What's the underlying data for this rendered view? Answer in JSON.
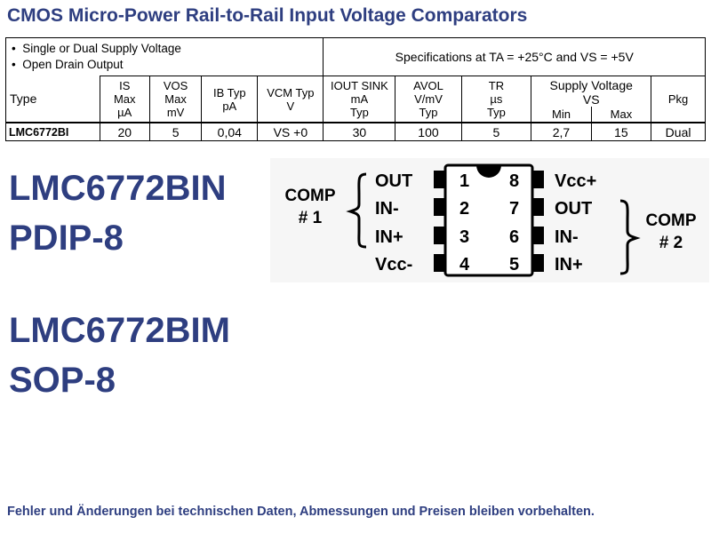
{
  "title": "CMOS Micro-Power Rail-to-Rail Input Voltage Comparators",
  "features": [
    "Single or Dual Supply Voltage",
    "Open Drain Output"
  ],
  "spec_note": "Specifications at TA = +25°C and VS = +5V",
  "table": {
    "type_header": "Type",
    "headers": {
      "is": {
        "symbol": "IS",
        "l2": "Max",
        "l3": "µA"
      },
      "vos": {
        "symbol": "VOS",
        "l2": "Max",
        "l3": "mV"
      },
      "ib": {
        "symbol": "IB Typ",
        "l3": "pA"
      },
      "vcm": {
        "symbol": "VCM Typ",
        "l3": "V"
      },
      "iout": {
        "symbol": "IOUT SINK",
        "l2": "mA",
        "l3": "Typ"
      },
      "avol": {
        "symbol": "AVOL",
        "l2": "V/mV",
        "l3": "Typ"
      },
      "tr": {
        "symbol": "TR",
        "l2": "µs",
        "l3": "Typ"
      },
      "supply": {
        "title": "Supply Voltage",
        "symbol": "VS",
        "min": "Min",
        "max": "Max"
      },
      "pkg": "Pkg"
    },
    "row": {
      "type": "LMC6772BI",
      "is": "20",
      "vos": "5",
      "ib": "0,04",
      "vcm": "VS +0",
      "iout": "30",
      "avol": "100",
      "tr": "5",
      "vs_min": "2,7",
      "vs_max": "15",
      "pkg": "Dual"
    }
  },
  "packages": [
    {
      "part": "LMC6772BIN",
      "package": "PDIP-8"
    },
    {
      "part": "LMC6772BIM",
      "package": "SOP-8"
    }
  ],
  "pinout": {
    "comp1": [
      "COMP",
      "# 1"
    ],
    "comp2": [
      "COMP",
      "# 2"
    ],
    "left_pins": [
      {
        "num": "1",
        "name": "OUT"
      },
      {
        "num": "2",
        "name": "IN-"
      },
      {
        "num": "3",
        "name": "IN+"
      },
      {
        "num": "4",
        "name": "Vcc-"
      }
    ],
    "right_pins": [
      {
        "num": "8",
        "name": "Vcc+"
      },
      {
        "num": "7",
        "name": "OUT"
      },
      {
        "num": "6",
        "name": "IN-"
      },
      {
        "num": "5",
        "name": "IN+"
      }
    ]
  },
  "footer": "Fehler und Änderungen bei technischen Daten, Abmessungen und Preisen bleiben vorbehalten.",
  "colors": {
    "heading": "#2e3e80"
  }
}
